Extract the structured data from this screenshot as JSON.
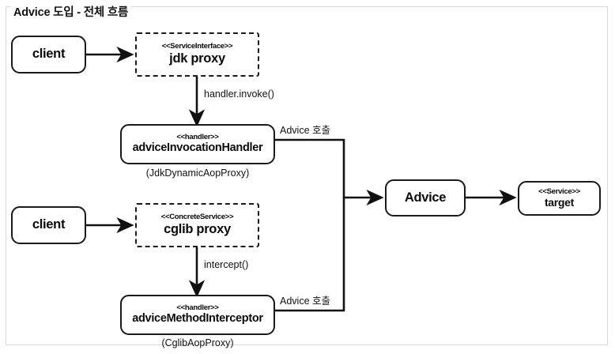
{
  "figure": {
    "title": "Advice 도입 - 전체 흐름",
    "background": "#ffffff",
    "frame_color": "#d8d8d8",
    "stroke_color": "#1a1a1a"
  },
  "nodes": {
    "client_top": {
      "label": "client",
      "stereotype": "",
      "style": "solid"
    },
    "jdk_proxy": {
      "label": "jdk proxy",
      "stereotype": "<<ServiceInterface>>",
      "style": "dashed"
    },
    "advice_invocation_handler": {
      "label": "adviceInvocationHandler",
      "stereotype": "<<handler>>",
      "style": "solid"
    },
    "client_bottom": {
      "label": "client",
      "stereotype": "",
      "style": "solid"
    },
    "cglib_proxy": {
      "label": "cglib proxy",
      "stereotype": "<<ConcreteService>>",
      "style": "dashed"
    },
    "advice_method_interceptor": {
      "label": "adviceMethodInterceptor",
      "stereotype": "<<handler>>",
      "style": "solid"
    },
    "advice": {
      "label": "Advice",
      "stereotype": "",
      "style": "solid"
    },
    "target": {
      "label": "target",
      "stereotype": "<<Service>>",
      "style": "solid"
    }
  },
  "captions": {
    "jdk_dynamic_aop_proxy": "(JdkDynamicAopProxy)",
    "cglib_aop_proxy": "(CglibAopProxy)"
  },
  "edge_labels": {
    "handler_invoke": "handler.invoke()",
    "intercept": "intercept()",
    "advice_call_top": "Advice 호출",
    "advice_call_bottom": "Advice 호출"
  }
}
